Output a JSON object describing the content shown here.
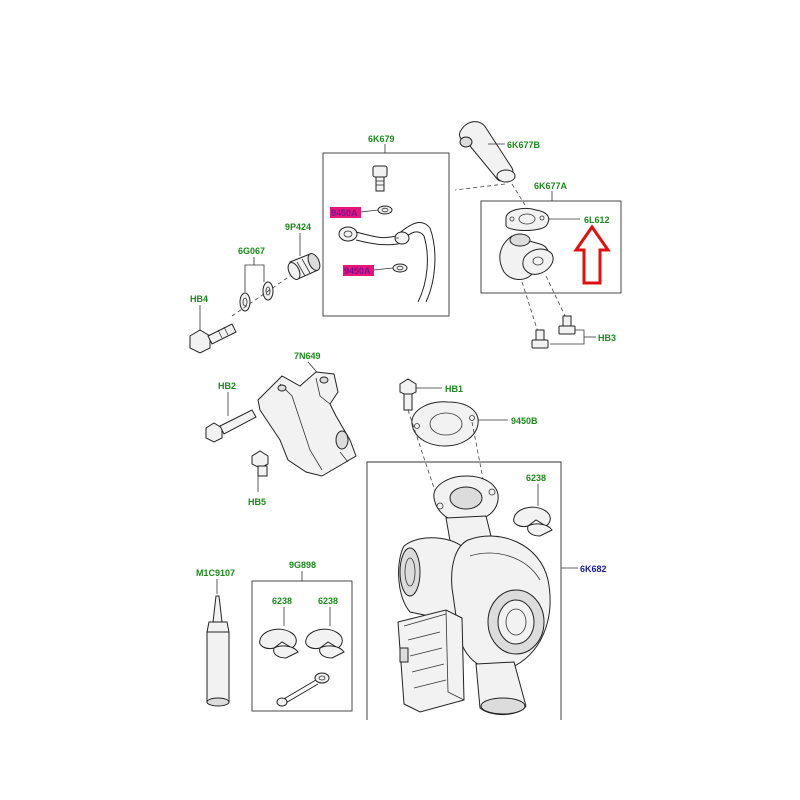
{
  "labels": {
    "p6K679": "6K679",
    "p6K677B": "6K677B",
    "p6K677A": "6K677A",
    "p6L612": "6L612",
    "p9450A_top": "9450A",
    "p9450A_bottom": "9450A",
    "p9P424": "9P424",
    "p6G067": "6G067",
    "pHB4": "HB4",
    "pHB3": "HB3",
    "p7N649": "7N649",
    "pHB2": "HB2",
    "pHB1": "HB1",
    "p9450B": "9450B",
    "pHB5": "HB5",
    "p6238_turbo": "6238",
    "p6K682": "6K682",
    "pM1C9107": "M1C9107",
    "p9G898": "9G898",
    "p6238_kit_left": "6238",
    "p6238_kit_right": "6238"
  },
  "colors": {
    "label_green": "#1a8a1a",
    "label_blue": "#1a1a9a",
    "highlight_magenta": "#e8157a",
    "arrow_red": "#e01010"
  },
  "callout": {
    "icon": "up-arrow-icon",
    "target": "6L612"
  }
}
